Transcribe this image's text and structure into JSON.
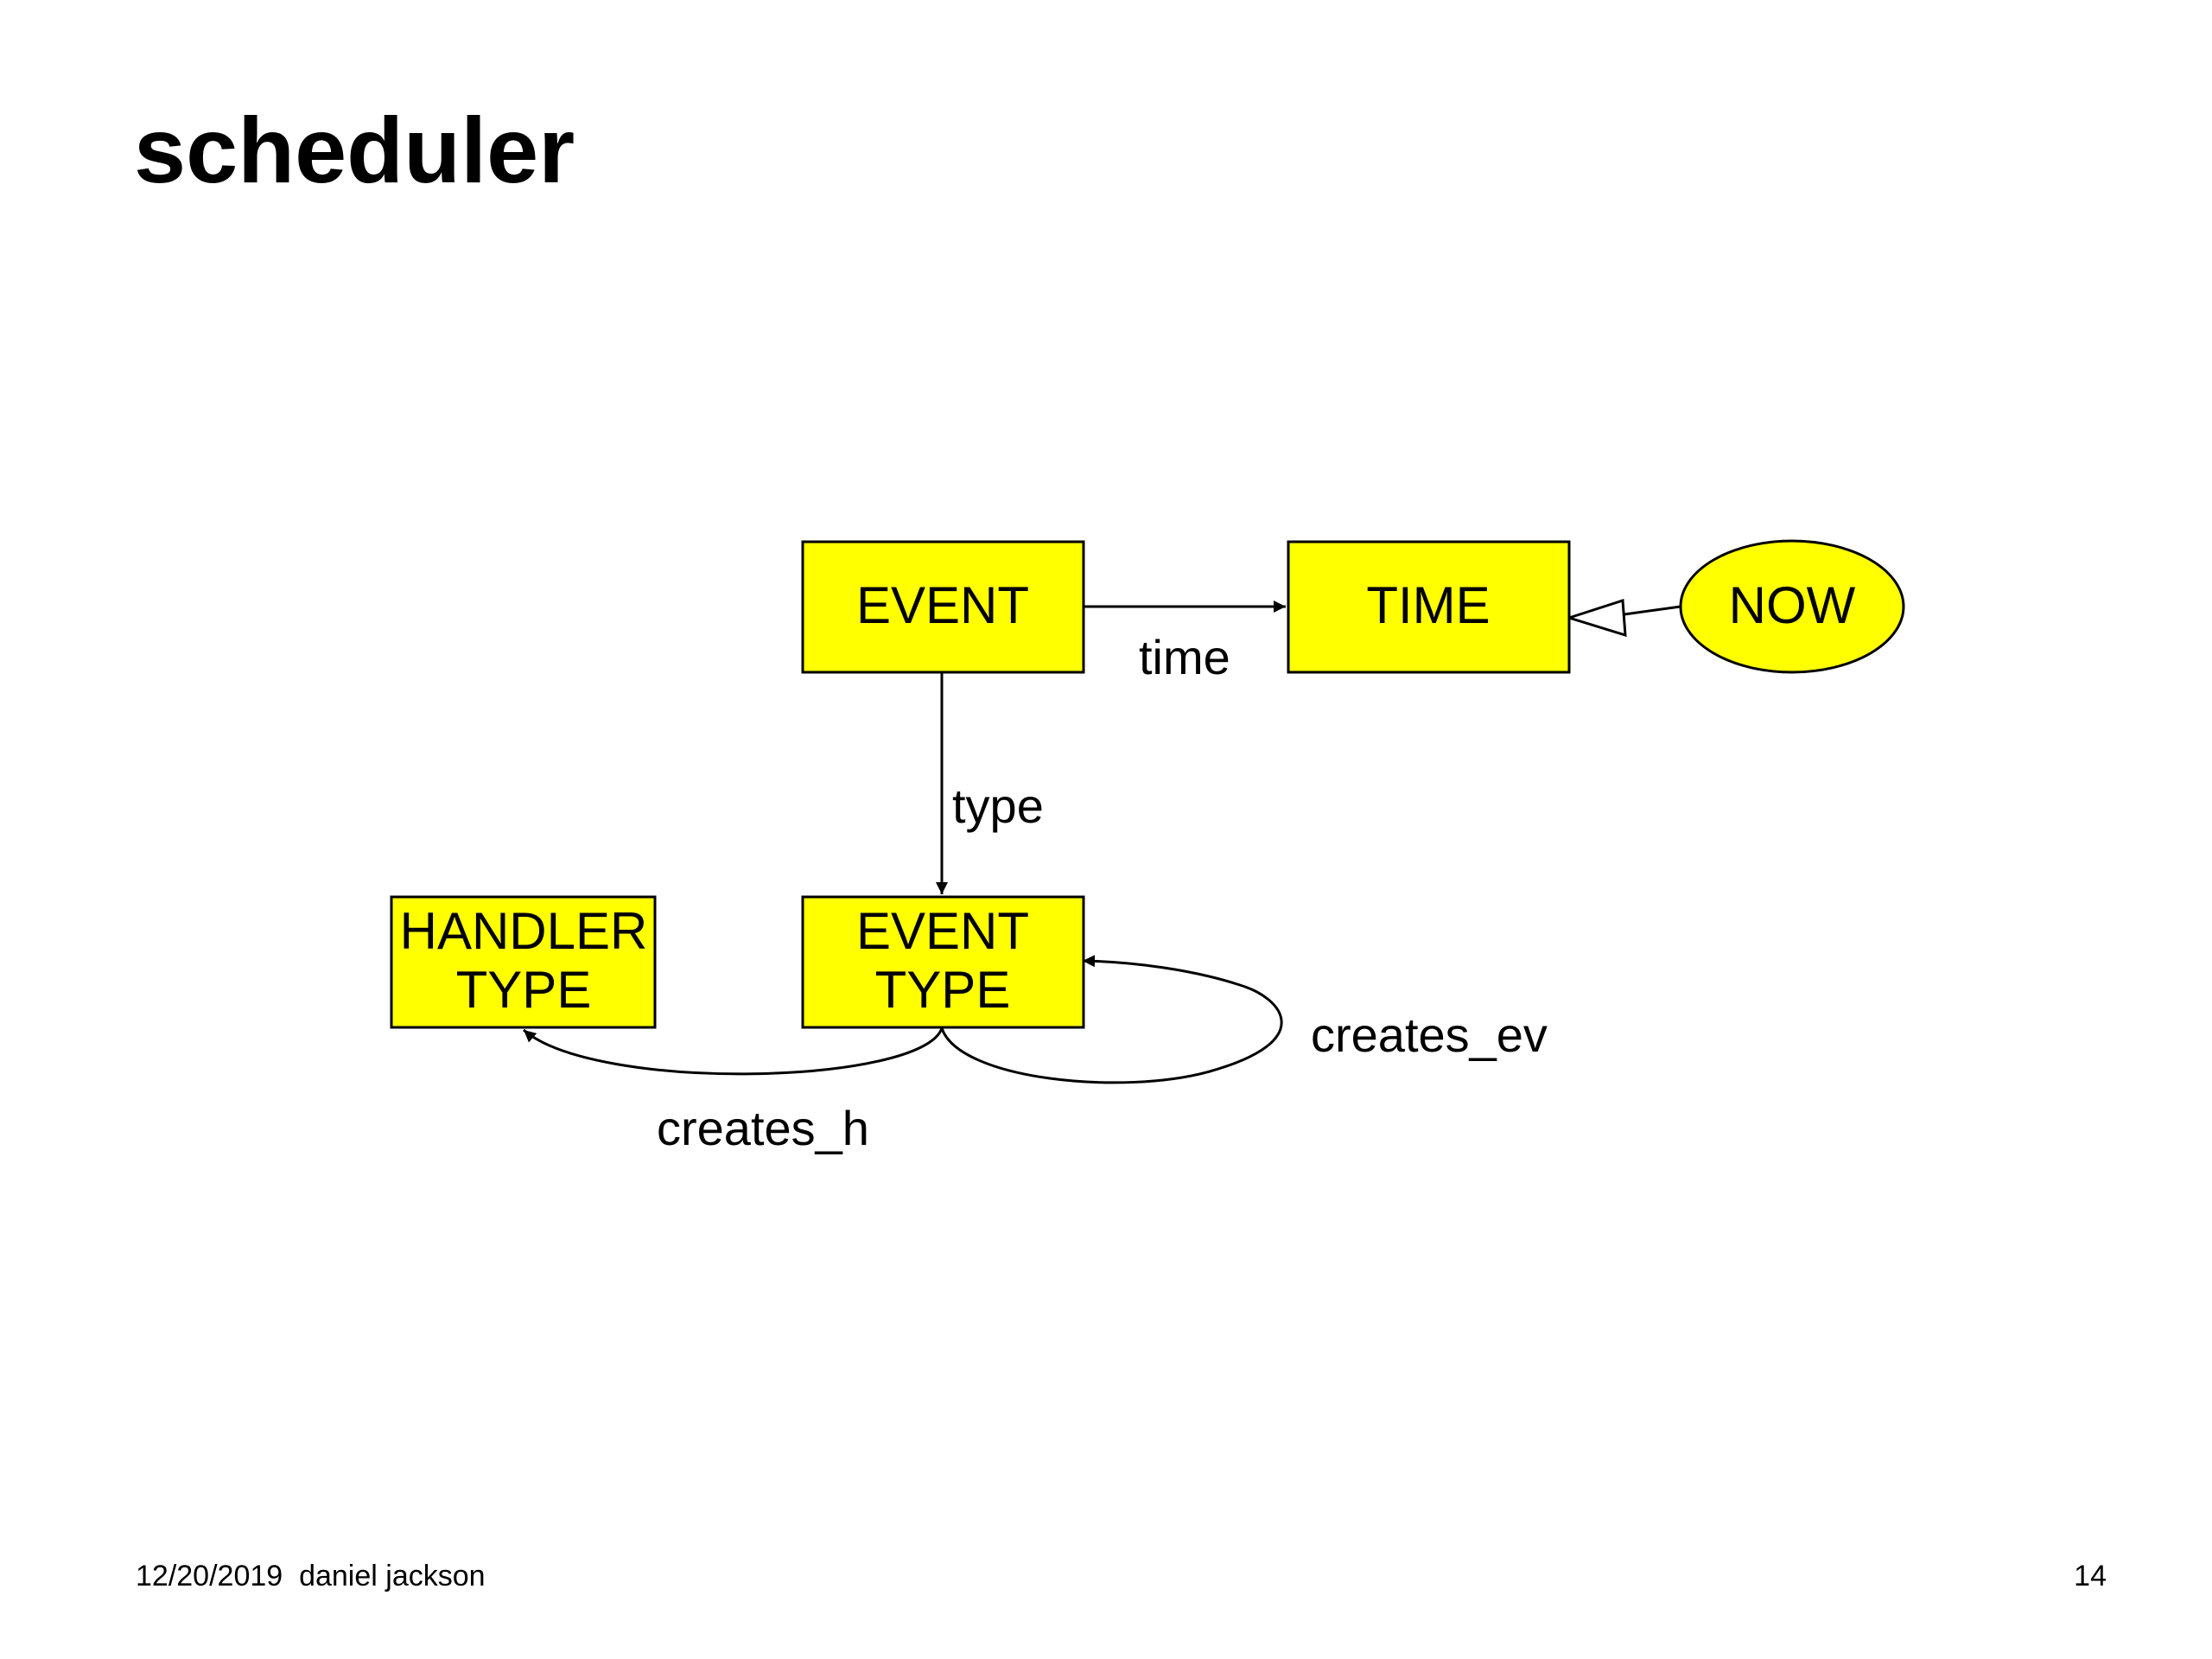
{
  "slide": {
    "title": "scheduler",
    "footer": {
      "date": "12/20/2019",
      "author": "daniel jackson",
      "page_number": "14"
    }
  },
  "diagram": {
    "colors": {
      "node_fill": "#ffff00",
      "stroke": "#000000",
      "background": "#ffffff"
    },
    "nodes": {
      "event": {
        "shape": "rectangle",
        "lines": [
          "EVENT"
        ]
      },
      "time": {
        "shape": "rectangle",
        "lines": [
          "TIME"
        ]
      },
      "now": {
        "shape": "ellipse",
        "lines": [
          "NOW"
        ]
      },
      "event_type": {
        "shape": "rectangle",
        "lines": [
          "EVENT",
          "TYPE"
        ]
      },
      "handler_type": {
        "shape": "rectangle",
        "lines": [
          "HANDLER",
          "TYPE"
        ]
      }
    },
    "edges": {
      "time": {
        "from": "EVENT",
        "to": "TIME",
        "label": "time",
        "arrow": "filled"
      },
      "type": {
        "from": "EVENT",
        "to": "EVENT TYPE",
        "label": "type",
        "arrow": "filled"
      },
      "creates_ev": {
        "from": "EVENT TYPE",
        "to": "EVENT TYPE",
        "label": "creates_ev",
        "arrow": "filled"
      },
      "creates_h": {
        "from": "EVENT TYPE",
        "to": "HANDLER TYPE",
        "label": "creates_h",
        "arrow": "filled"
      },
      "now_subset": {
        "from": "NOW",
        "to": "TIME",
        "label": "",
        "arrow": "hollow-triangle"
      }
    }
  }
}
